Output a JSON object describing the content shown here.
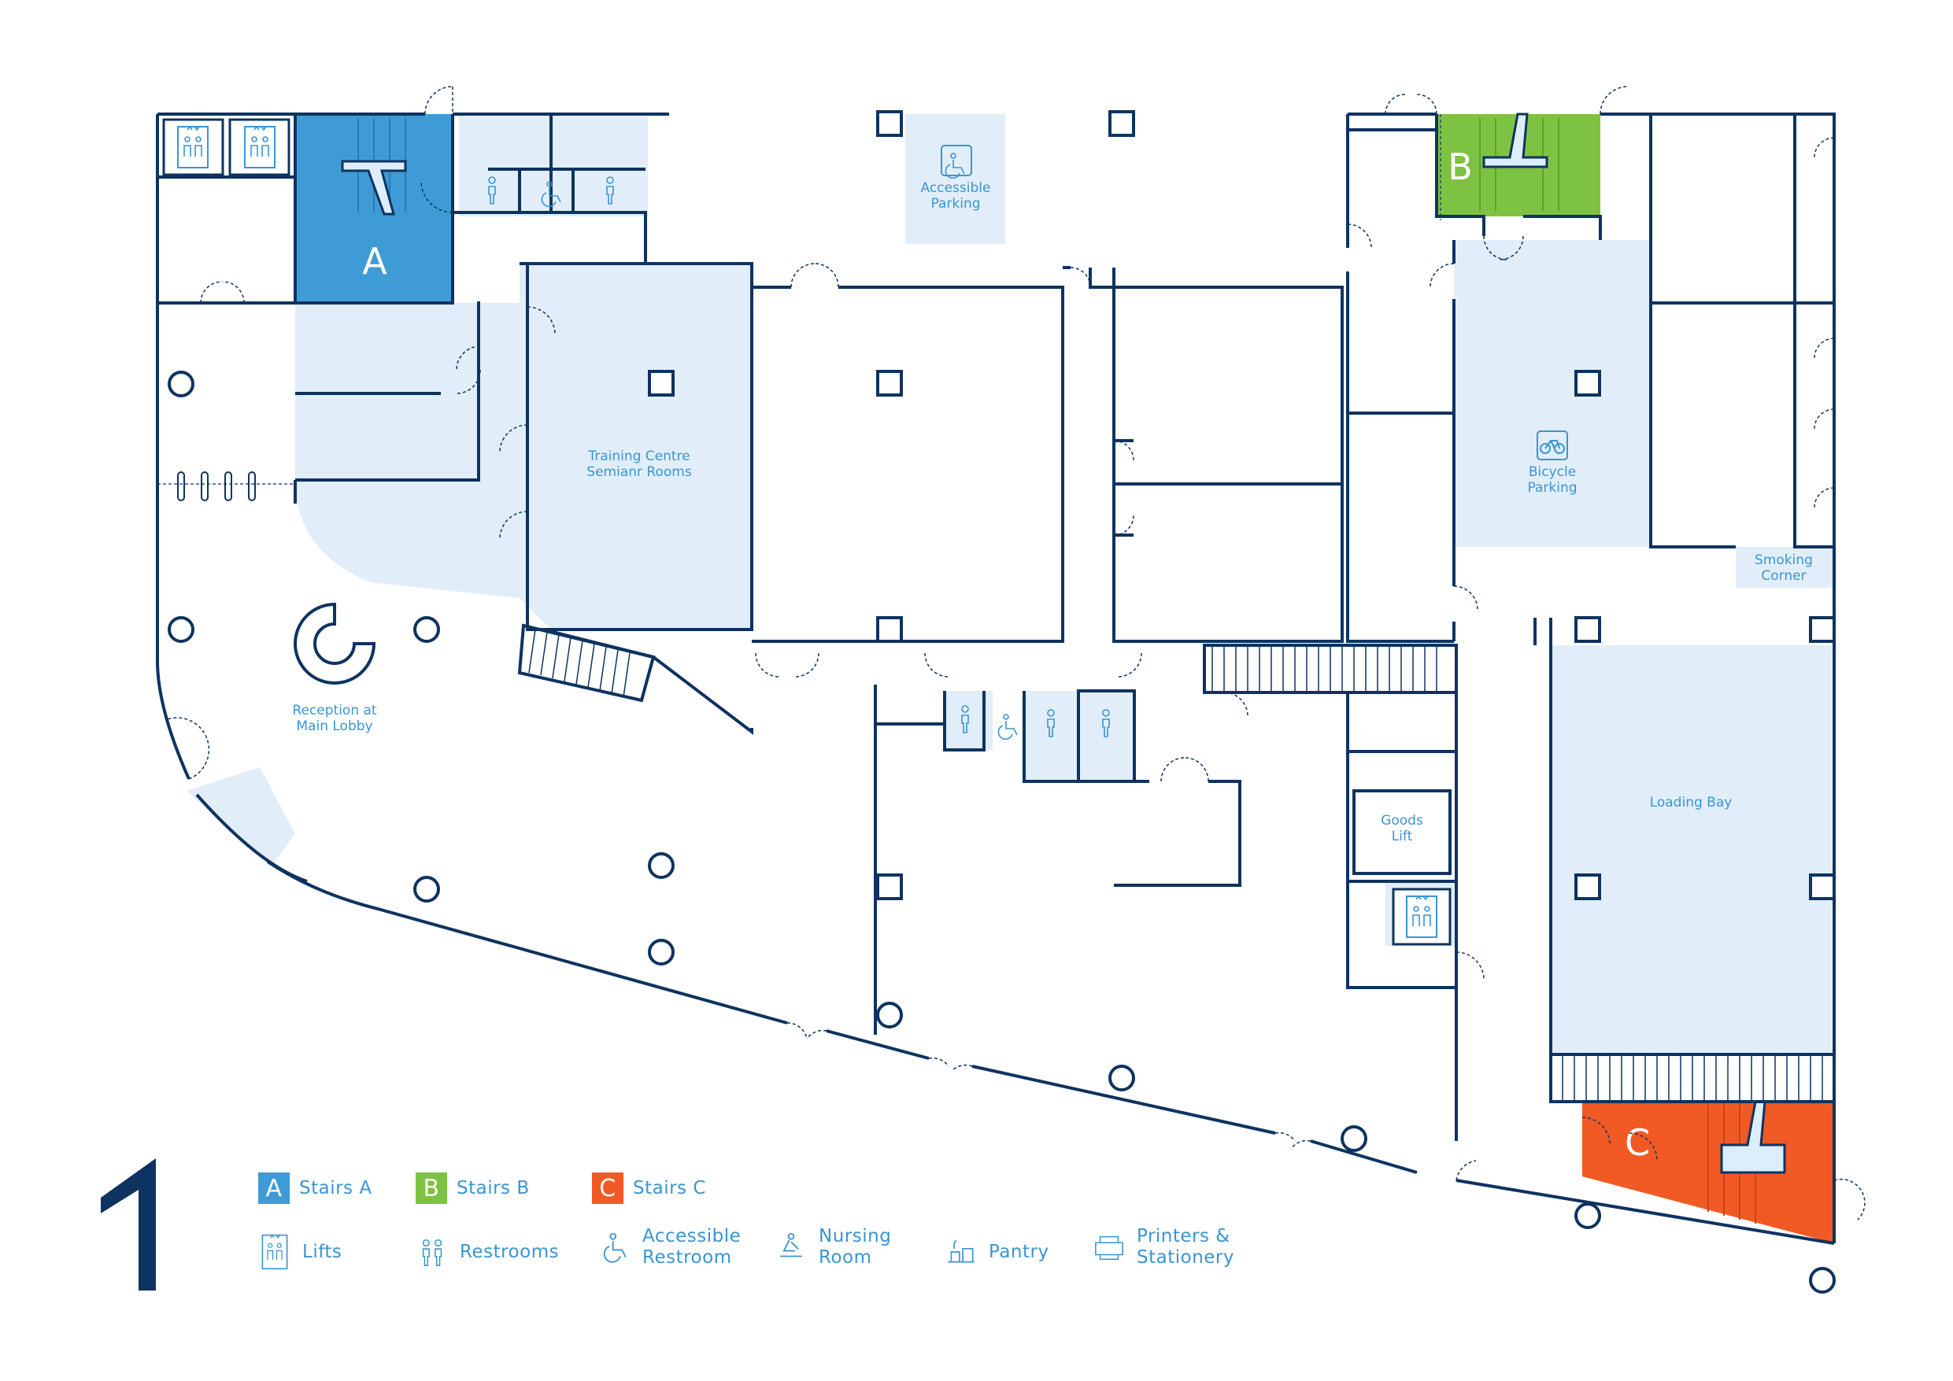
{
  "map": {
    "floor_number": "1",
    "colors": {
      "wall": "#0e3360",
      "room_fill": "#e1eef9",
      "label": "#3a95d2",
      "stairs_a": "#3f9bd6",
      "stairs_b": "#7dc242",
      "stairs_c": "#f15a24"
    },
    "stairs": [
      {
        "letter": "A",
        "name": "Stairs A"
      },
      {
        "letter": "B",
        "name": "Stairs B"
      },
      {
        "letter": "C",
        "name": "Stairs C"
      }
    ],
    "rooms": {
      "accessible_parking": [
        "Accessible",
        "Parking"
      ],
      "training_centre": [
        "Training Centre",
        "Semianr Rooms"
      ],
      "bicycle_parking": [
        "Bicycle",
        "Parking"
      ],
      "smoking_corner": [
        "Smoking",
        "Corner"
      ],
      "reception": [
        "Reception at",
        "Main Lobby"
      ],
      "goods_lift": [
        "Goods",
        "Lift"
      ],
      "loading_bay": "Loading Bay"
    },
    "legend": [
      {
        "label": "Stairs A",
        "icon": "stairs-a-badge"
      },
      {
        "label": "Stairs B",
        "icon": "stairs-b-badge"
      },
      {
        "label": "Stairs C",
        "icon": "stairs-c-badge"
      },
      {
        "label": "Lifts",
        "icon": "lift-icon"
      },
      {
        "label": "Restrooms",
        "icon": "restroom-icon"
      },
      {
        "label": "Accessible\nRestroom",
        "icon": "wheelchair-icon"
      },
      {
        "label": "Nursing\nRoom",
        "icon": "nursing-icon"
      },
      {
        "label": "Pantry",
        "icon": "pantry-icon"
      },
      {
        "label": "Printers &\nStationery",
        "icon": "printer-icon"
      }
    ]
  }
}
